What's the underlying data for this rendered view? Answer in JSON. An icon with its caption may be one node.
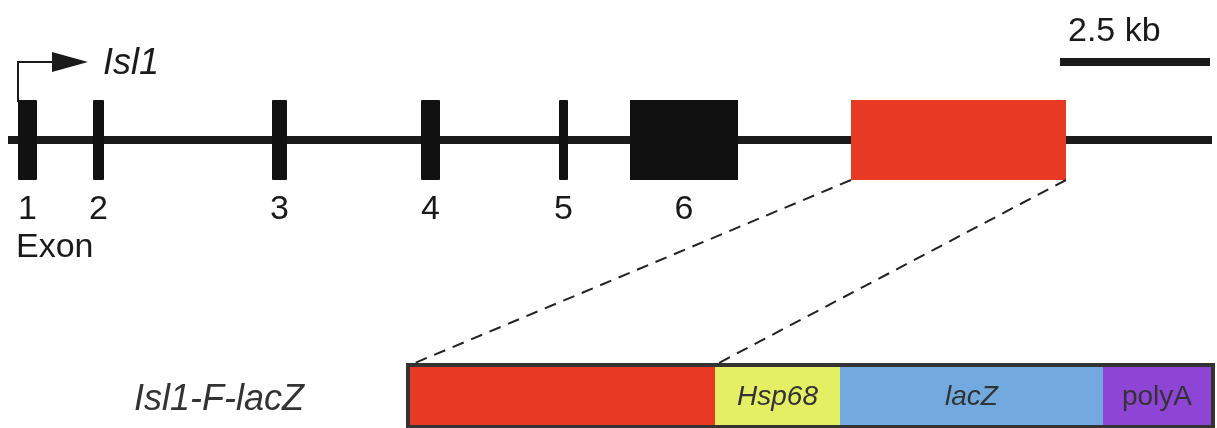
{
  "diagram": {
    "nodes": [
      {
        "text": [],
        "shape": "bar",
        "beside": [
          "1"
        ]
      },
      {
        "text": [],
        "shape": "bar",
        "beside": [
          "2"
        ]
      },
      {
        "text": [],
        "shape": "bar",
        "beside": [
          "3"
        ]
      },
      {
        "text": [],
        "shape": "bar",
        "beside": [
          "4"
        ]
      },
      {
        "text": [],
        "shape": "bar",
        "beside": [
          "5"
        ]
      },
      {
        "text": [],
        "shape": "box",
        "beside": [
          "6"
        ]
      },
      {
        "text": [],
        "shape": "box"
      },
      {
        "text": [],
        "shape": "box"
      },
      {
        "text": [
          "Hsp68"
        ]
      },
      {
        "text": [
          "lacZ"
        ]
      },
      {
        "text": [
          "polyA"
        ]
      }
    ],
    "edges": [
      {
        "from": 6,
        "to": 7,
        "arrow": "none",
        "style": "dashed"
      },
      {
        "from": 6,
        "to": 7,
        "arrow": "none",
        "style": "dashed"
      }
    ],
    "labels": [
      "2.5 kb",
      "Isl1",
      "Exon",
      "Isl1-F-lacZ"
    ]
  }
}
